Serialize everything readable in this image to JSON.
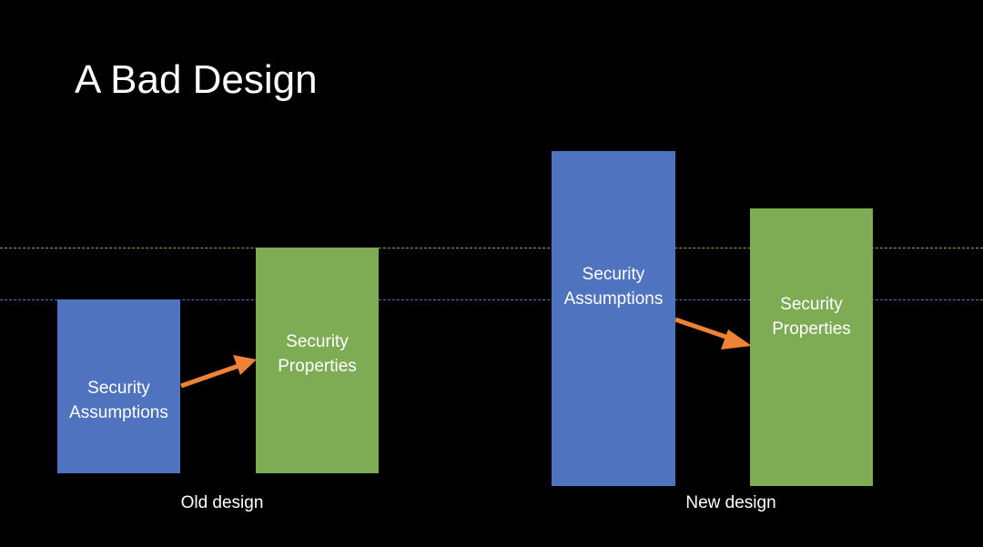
{
  "title": "A Bad Design",
  "colors": {
    "background": "#000000",
    "assumptions_fill": "#4f73be",
    "properties_fill": "#7eac55",
    "arrow": "#ee8336",
    "guide_green": "#7eac55",
    "guide_blue": "#4f73be"
  },
  "old_design": {
    "label": "Old design",
    "assumptions": {
      "label": "Security\nAssumptions"
    },
    "properties": {
      "label": "Security\nProperties"
    }
  },
  "new_design": {
    "label": "New design",
    "assumptions": {
      "label": "Security\nAssumptions"
    },
    "properties": {
      "label": "Security\nProperties"
    }
  }
}
